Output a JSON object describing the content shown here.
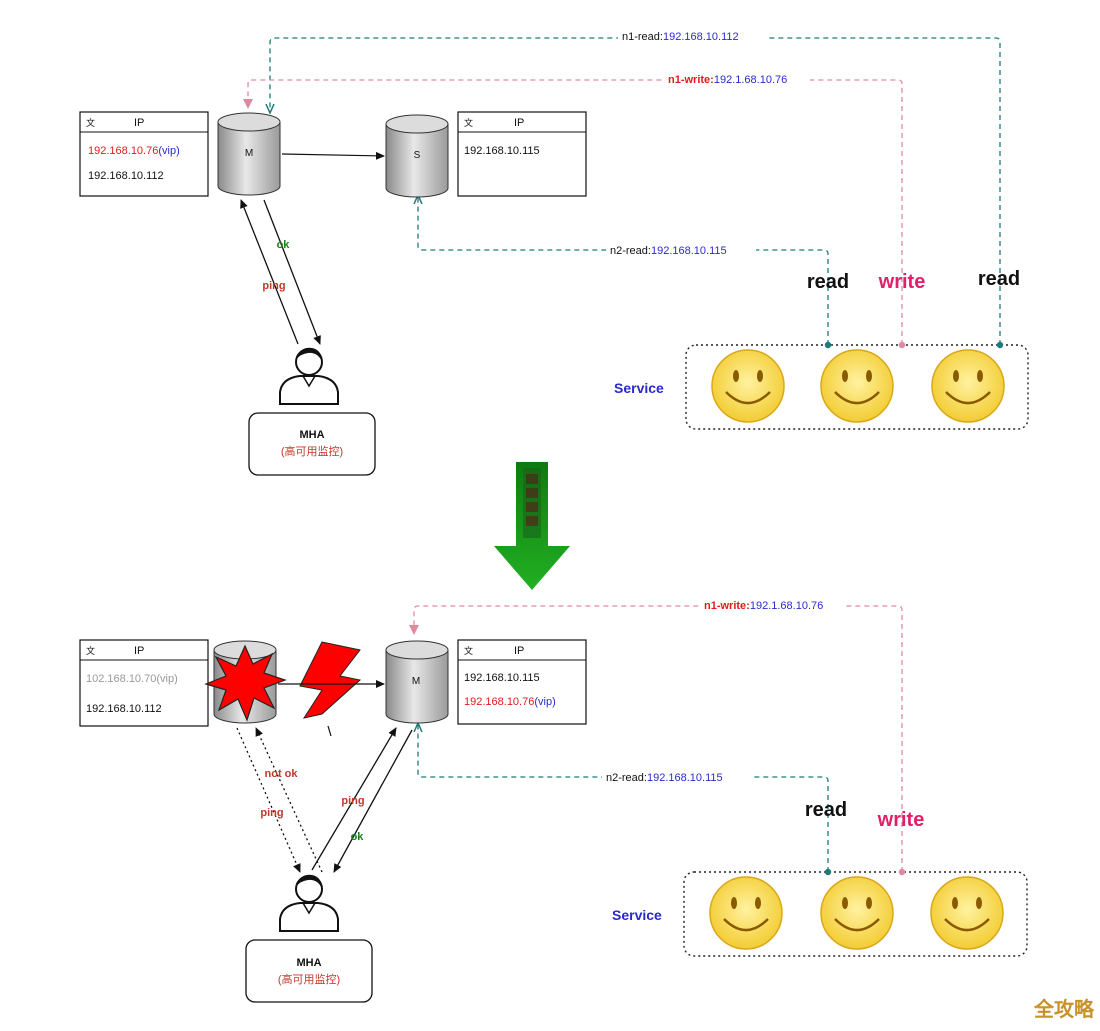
{
  "colors": {
    "blue_text": "#2a2acc",
    "red_text": "#e01b1b",
    "dark_red": "#c0392b",
    "green_text": "#1e7e1e",
    "teal_line": "#1f7a7a",
    "pink_line": "#e08a9e",
    "write_label": "#e0206a",
    "arrow_green": "#1ea21e",
    "smiley": "#f6d43a",
    "explosion": "#ff0000"
  },
  "before": {
    "m_table": {
      "header_col1": "文",
      "header_col2": "IP",
      "row1_ip": "192.168.10.76",
      "row1_vip": "(vip)",
      "row2_ip": "192.168.10.112"
    },
    "s_table": {
      "header_col1": "文",
      "header_col2": "IP",
      "row1_ip": "192.168.10.115"
    },
    "db_master_label": "M",
    "db_slave_label": "S",
    "ok_label": "ok",
    "ping_label": "ping",
    "n1_read_label": "n1-read:",
    "n1_read_ip": "192.168.10.112",
    "n1_write_label": "n1-write:",
    "n1_write_ip": "192.1.68.10.76",
    "n2_read_label": "n2-read:",
    "n2_read_ip": "192.168.10.115",
    "read_label_1": "read",
    "write_label": "write",
    "read_label_2": "read",
    "service_label": "Service",
    "mha_title": "MHA",
    "mha_subtitle": "(高可用监控)"
  },
  "after": {
    "old_table": {
      "header_col1": "文",
      "header_col2": "IP",
      "row1_ip": "102.168.10.70",
      "row1_vip": "(vip)",
      "row2_ip": "192.168.10.112"
    },
    "new_table": {
      "header_col1": "文",
      "header_col2": "IP",
      "row1_ip": "192.168.10.115",
      "row2_ip": "192.168.10.76",
      "row2_vip": "(vip)"
    },
    "db_new_master_label": "M",
    "not_ok_label": "not ok",
    "ping_label_1": "ping",
    "ping_label_2": "ping",
    "ok_label": "ok",
    "n1_write_label": "n1-write:",
    "n1_write_ip": "192.1.68.10.76",
    "n2_read_label": "n2-read:",
    "n2_read_ip": "192.168.10.115",
    "read_label": "read",
    "write_label": "write",
    "service_label": "Service",
    "mha_title": "MHA",
    "mha_subtitle": "(高可用监控)"
  },
  "watermark": "全攻略"
}
